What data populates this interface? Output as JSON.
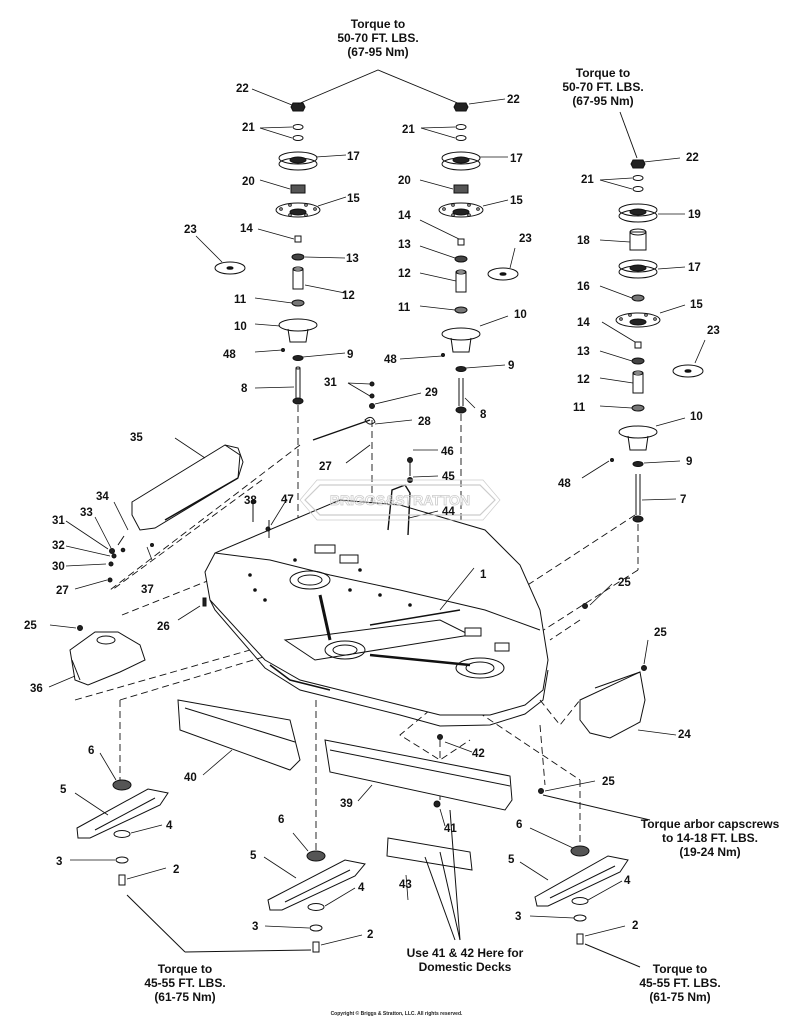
{
  "notes": {
    "torque_top": [
      "Torque to",
      "50-70 FT. LBS.",
      "(67-95 Nm)"
    ],
    "torque_right": [
      "Torque to",
      "50-70 FT. LBS.",
      "(67-95 Nm)"
    ],
    "torque_arbor": [
      "Torque arbor capscrews",
      "to 14-18 FT. LBS.",
      "(19-24 Nm)"
    ],
    "torque_blade_left": [
      "Torque to",
      "45-55 FT. LBS.",
      "(61-75 Nm)"
    ],
    "torque_blade_right": [
      "Torque to",
      "45-55 FT. LBS.",
      "(61-75 Nm)"
    ],
    "domestic": [
      "Use 41 & 42 Here for",
      "Domestic Decks"
    ]
  },
  "watermark": "BRIGGS&STRATTON",
  "copyright": "Copyright © Briggs & Stratton, LLC. All rights reserved.",
  "callouts": [
    "1",
    "2",
    "2",
    "2",
    "3",
    "3",
    "3",
    "4",
    "4",
    "4",
    "5",
    "5",
    "5",
    "6",
    "6",
    "6",
    "7",
    "8",
    "8",
    "9",
    "9",
    "9",
    "10",
    "10",
    "10",
    "11",
    "11",
    "11",
    "12",
    "12",
    "12",
    "13",
    "13",
    "13",
    "14",
    "14",
    "14",
    "15",
    "15",
    "15",
    "16",
    "17",
    "17",
    "17",
    "18",
    "19",
    "20",
    "20",
    "21",
    "21",
    "21",
    "22",
    "22",
    "22",
    "23",
    "23",
    "23",
    "24",
    "25",
    "25",
    "25",
    "25",
    "26",
    "27",
    "27",
    "28",
    "29",
    "30",
    "31",
    "31",
    "32",
    "33",
    "34",
    "35",
    "36",
    "37",
    "38",
    "39",
    "40",
    "41",
    "42",
    "43",
    "44",
    "45",
    "46",
    "47",
    "48",
    "48",
    "48"
  ]
}
